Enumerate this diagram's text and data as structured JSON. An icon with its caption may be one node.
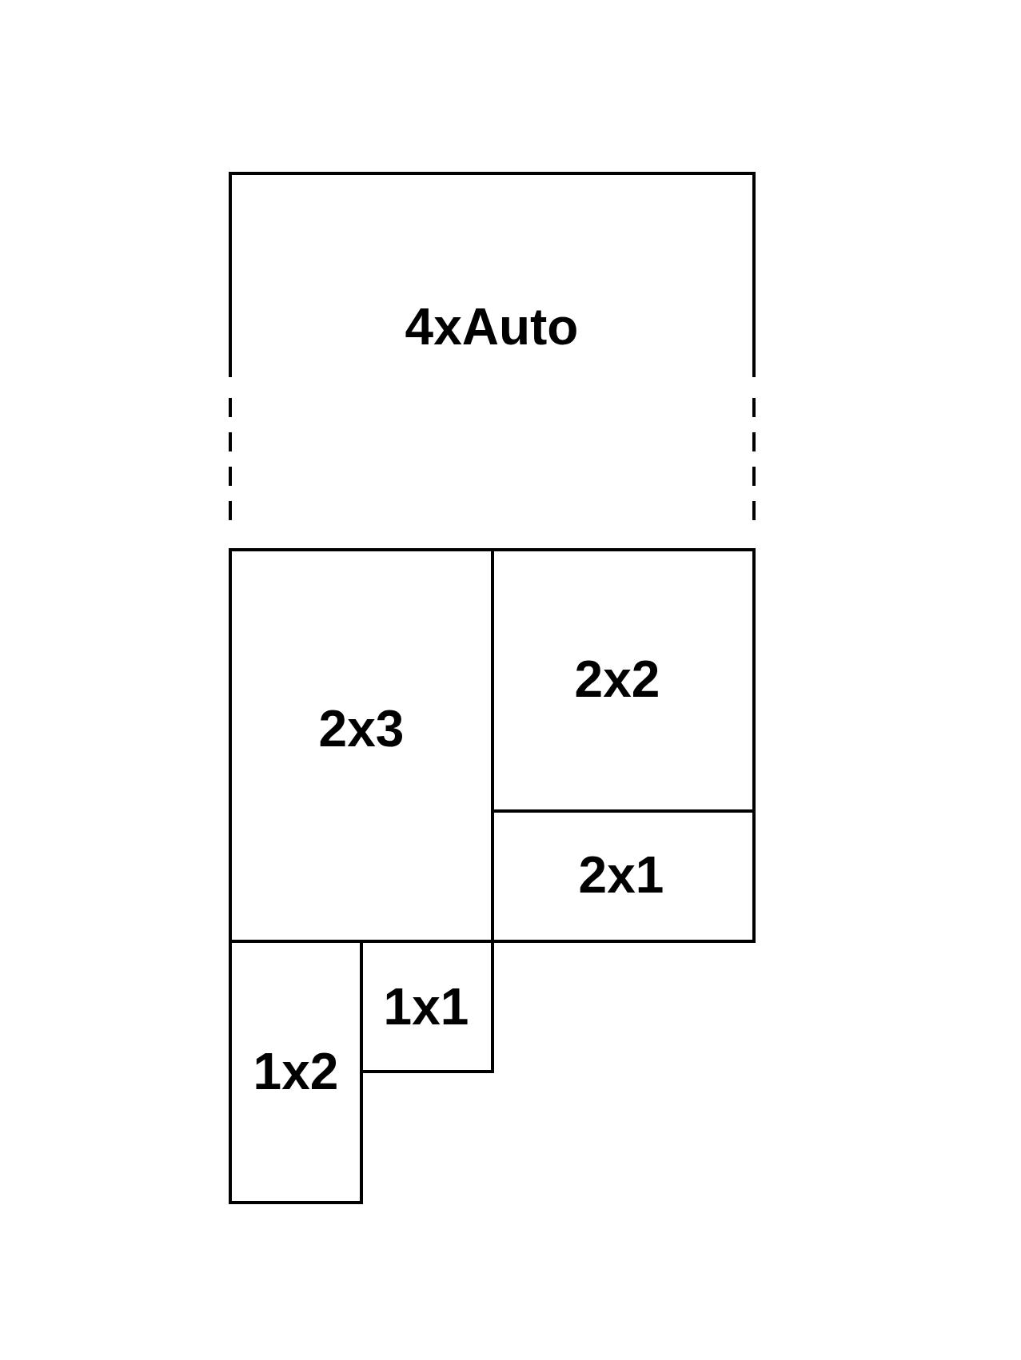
{
  "diagram": {
    "nodes": [
      {
        "text": [
          "4xAuto"
        ]
      },
      {
        "text": [
          "2x3"
        ]
      },
      {
        "text": [
          "2x2"
        ]
      },
      {
        "text": [
          "2x1"
        ]
      },
      {
        "text": [
          "1x2"
        ]
      },
      {
        "text": [
          "1x1"
        ]
      }
    ]
  }
}
